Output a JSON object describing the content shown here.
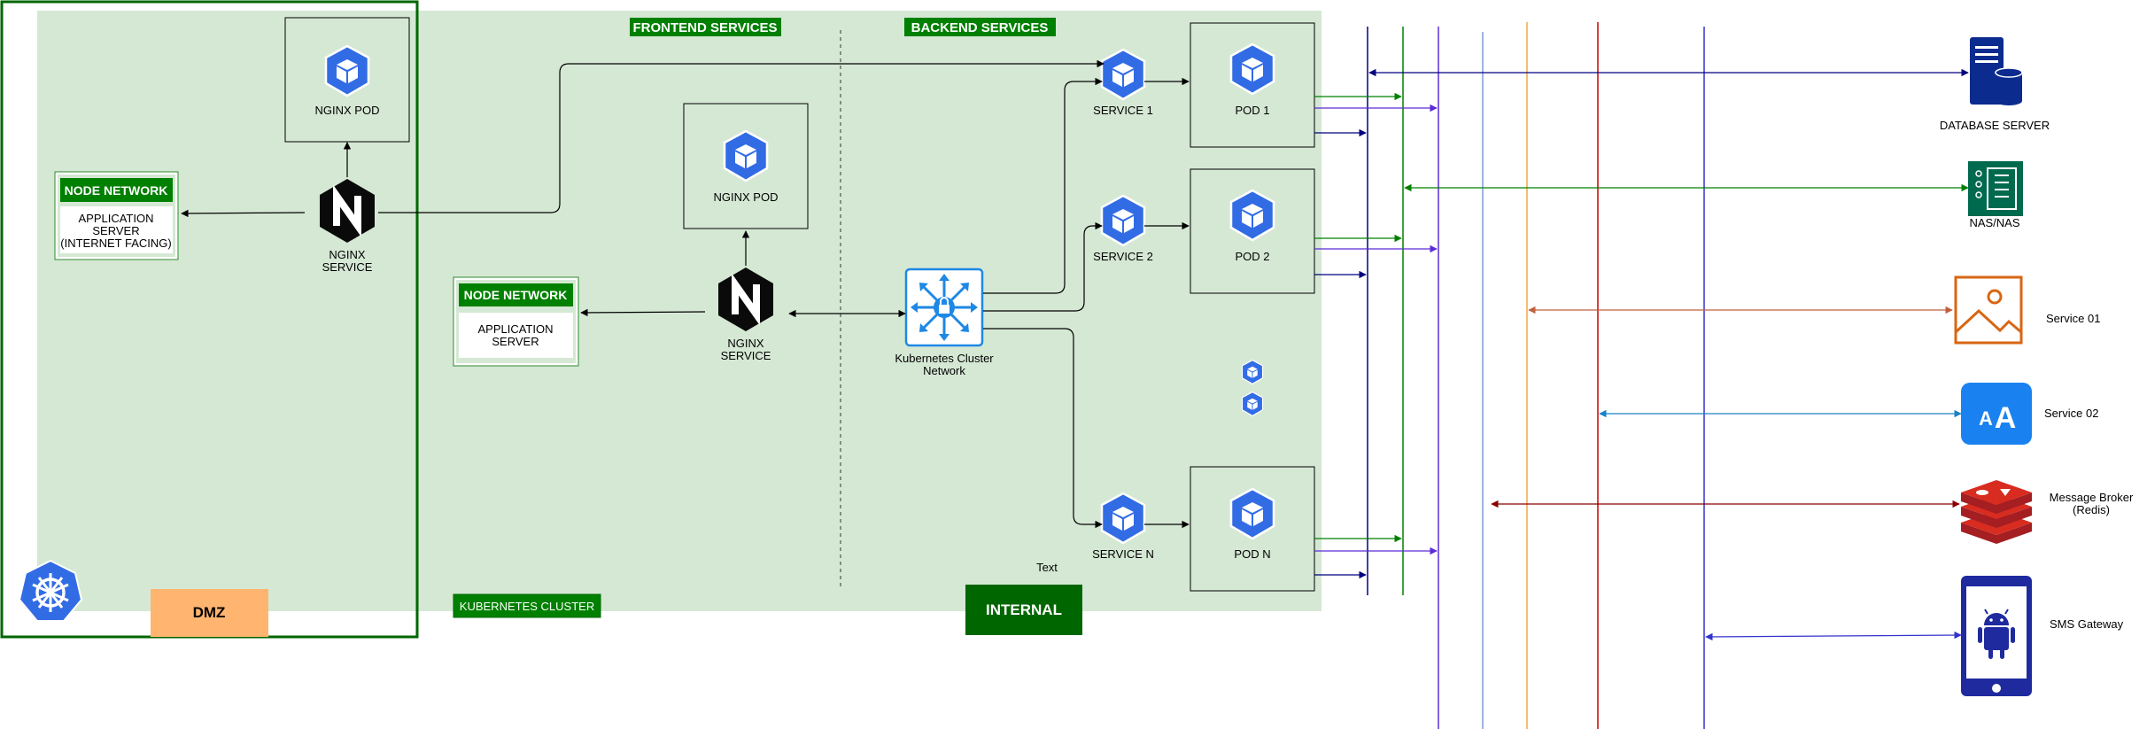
{
  "headers": {
    "frontend": "FRONTEND SERVICES",
    "backend": "BACKEND SERVICES"
  },
  "zones": {
    "dmz": "DMZ",
    "internal": "INTERNAL",
    "cluster": "KUBERNETES CLUSTER"
  },
  "free_text": "Text",
  "nodes": {
    "nginx_pod_dmz": "NGINX POD",
    "nginx_service_dmz": [
      "NGINX",
      "SERVICE"
    ],
    "node_network_dmz": {
      "title": "NODE NETWORK",
      "lines": [
        "APPLICATION",
        "SERVER",
        "(INTERNET FACING)"
      ]
    },
    "nginx_pod_front": "NGINX POD",
    "nginx_service_front": [
      "NGINX",
      "SERVICE"
    ],
    "node_network_front": {
      "title": "NODE NETWORK",
      "lines": [
        "APPLICATION",
        "SERVER"
      ]
    },
    "cluster_network": [
      "Kubernetes Cluster",
      "Network"
    ],
    "service_1": "SERVICE 1",
    "service_2": "SERVICE 2",
    "service_n": "SERVICE N",
    "pod_1": "POD 1",
    "pod_2": "POD 2",
    "pod_n": "POD N"
  },
  "external": {
    "database": "DATABASE SERVER",
    "nas": "NAS/NAS",
    "service_01": "Service 01",
    "service_02": "Service 02",
    "message_broker": [
      "Message Broker",
      "(Redis)"
    ],
    "sms_gateway": "SMS Gateway"
  },
  "icons": {
    "kubernetes_logo": "helm-wheel-icon",
    "pod": "cube-icon",
    "nginx": "nginx-n-icon",
    "cluster_network": "network-lock-icon",
    "database": "database-server-icon",
    "nas": "nas-storage-icon",
    "image": "image-icon",
    "text_service": "font-aa-icon",
    "redis": "redis-stack-icon",
    "android": "android-phone-icon"
  },
  "colors": {
    "cluster_bg": "#d5e8d4",
    "green_dark": "#006600",
    "green_header": "#008000",
    "dmz_fill": "#ffb570",
    "k8s_blue": "#326ce5",
    "bus_navy": "#000080",
    "bus_green": "#008000",
    "bus_purple": "#5b2bd8",
    "bus_lightblue": "#7e9bd6",
    "bus_orange": "#f5a742",
    "bus_red": "#cc0000",
    "bus_blue": "#3333cc",
    "database_navy": "#0b2b8f",
    "nas_teal": "#006a4e",
    "image_orange": "#d86613",
    "aa_blue": "#1a82f0",
    "redis_red": "#c0272d",
    "android_navy": "#1f2a9e"
  }
}
